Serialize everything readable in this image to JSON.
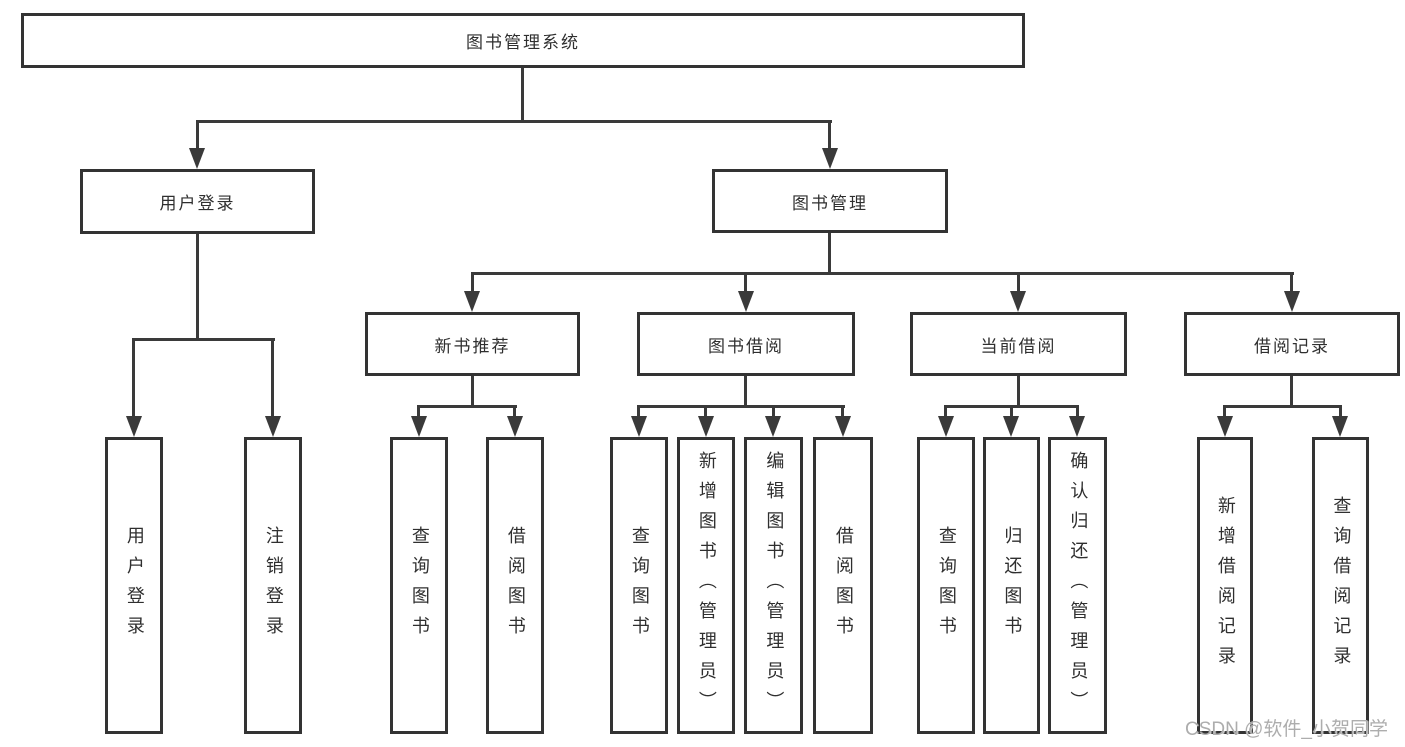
{
  "tree": {
    "root": {
      "label": "图书管理系统"
    },
    "branches": [
      {
        "label": "用户登录",
        "children": [
          {
            "label": "用户登录"
          },
          {
            "label": "注销登录"
          }
        ]
      },
      {
        "label": "图书管理",
        "children": [
          {
            "label": "新书推荐",
            "children": [
              {
                "label": "查询图书"
              },
              {
                "label": "借阅图书"
              }
            ]
          },
          {
            "label": "图书借阅",
            "children": [
              {
                "label": "查询图书"
              },
              {
                "label": "新增图书（管理员）"
              },
              {
                "label": "编辑图书（管理员）"
              },
              {
                "label": "借阅图书"
              }
            ]
          },
          {
            "label": "当前借阅",
            "children": [
              {
                "label": "查询图书"
              },
              {
                "label": "归还图书"
              },
              {
                "label": "确认归还（管理员）"
              }
            ]
          },
          {
            "label": "借阅记录",
            "children": [
              {
                "label": "新增借阅记录"
              },
              {
                "label": "查询借阅记录"
              }
            ]
          }
        ]
      }
    ]
  },
  "watermark": {
    "text": "CSDN @软件_小贺同学"
  },
  "colors": {
    "line": "#3a3a3a",
    "box_border": "#333333",
    "box_fill": "#ffffff",
    "text": "#2f2f2f",
    "watermark": "#adadad",
    "background": "#ffffff"
  }
}
